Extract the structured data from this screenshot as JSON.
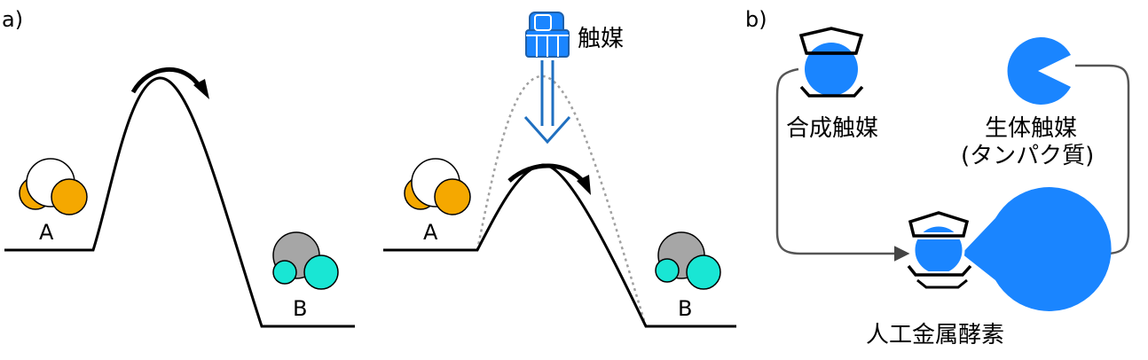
{
  "panel_a": {
    "label": "a)",
    "left_diagram": {
      "reactant_label": "A",
      "product_label": "B"
    },
    "right_diagram": {
      "catalyst_label": "触媒",
      "reactant_label": "A",
      "product_label": "B"
    }
  },
  "panel_b": {
    "label": "b)",
    "synthetic_catalyst_label": "合成触媒",
    "biocatalyst_label": "生体触媒",
    "biocatalyst_sublabel": "(タンパク質)",
    "artificial_enzyme_label": "人工金属酵素"
  },
  "colors": {
    "orange": "#f5a800",
    "teal": "#19e6d4",
    "gray": "#a6a6a6",
    "blue": "#1a85ff",
    "dark_blue": "#1f5fa8",
    "line": "#000000",
    "dotted": "#a0a0a0",
    "connector": "#555555"
  }
}
